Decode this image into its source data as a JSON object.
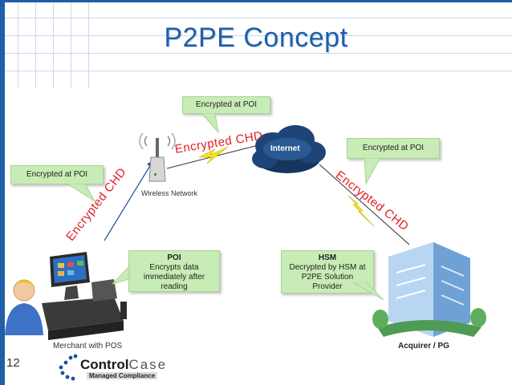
{
  "slide": {
    "title": "P2PE Concept",
    "page_number": "12"
  },
  "callouts": {
    "top_center": "Encrypted at POI",
    "left": "Encrypted at POI",
    "right": "Encrypted at POI",
    "poi": {
      "title": "POI",
      "body": "Encrypts data immediately after reading"
    },
    "hsm": {
      "title": "HSM",
      "body": "Decrypted by HSM at P2PE Solution Provider"
    }
  },
  "flows": {
    "pos_to_wireless": "Encrypted CHD",
    "wireless_to_internet": "Encrypted CHD",
    "internet_to_acquirer": "Encrypted CHD"
  },
  "nodes": {
    "wireless": "Wireless Network",
    "internet": "Internet",
    "acquirer": "Acquirer / PG",
    "merchant": "Merchant with POS"
  },
  "logo": {
    "name_part1": "Control",
    "name_part2": "Case",
    "tagline": "Managed Compliance"
  },
  "colors": {
    "title": "#1f5fa8",
    "encrypted_text": "#e01c24",
    "callout_fill": "#c8ecb5",
    "lightning": "#f4e31b"
  }
}
